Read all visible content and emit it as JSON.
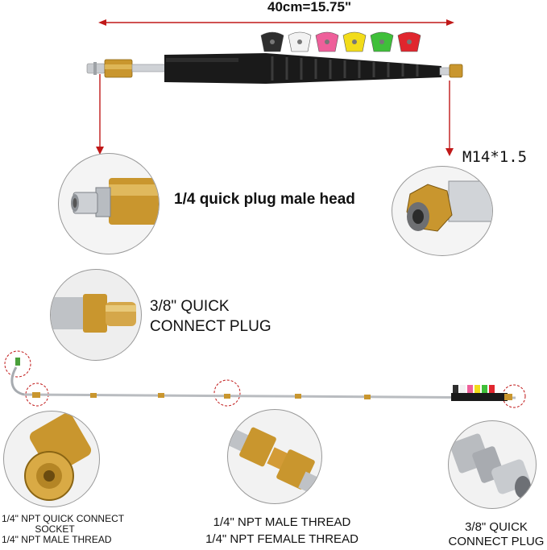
{
  "dimension": {
    "text": "40cm=15.75\""
  },
  "thread_label": {
    "text": "M14*1.5"
  },
  "quick_plug_label": {
    "text": "1/4 quick plug male head"
  },
  "plug_3_8_top": {
    "line1": "3/8\" QUICK",
    "line2": "CONNECT PLUG"
  },
  "socket_label": {
    "line1": "1/4\" NPT QUICK CONNECT",
    "line2": "SOCKET",
    "line3": "1/4\" NPT MALE THREAD"
  },
  "npt_label": {
    "line1": "1/4\" NPT MALE THREAD",
    "line2": "1/4\" NPT FEMALE THREAD"
  },
  "plug_3_8_bottom": {
    "line1": "3/8\" QUICK",
    "line2": "CONNECT PLUG"
  },
  "nozzle_colors": [
    "#2e2e2e",
    "#f2f2f2",
    "#ee5f9a",
    "#f2dc1a",
    "#3fbf3a",
    "#e0262e"
  ],
  "colors": {
    "arrow": "#c01818",
    "brass": "#c9962e",
    "steel": "#b9bcc0",
    "handle": "#1a1a1a"
  }
}
